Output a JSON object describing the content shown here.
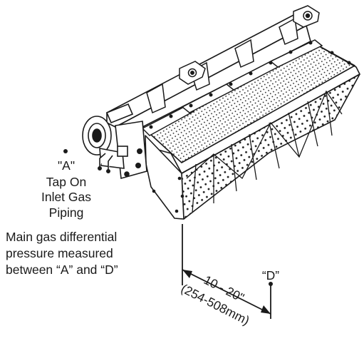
{
  "labels": {
    "point_a": "\"A\"",
    "tap_line1": "Tap On",
    "tap_line2": "Inlet Gas",
    "tap_line3": "Piping",
    "note_line1": "Main gas differential",
    "note_line2": "pressure measured",
    "note_line3": "between “A” and “D”",
    "point_d": "“D”",
    "dimension_imperial": "10 - 20\"",
    "dimension_metric": "(254-508mm)"
  },
  "colors": {
    "ink": "#1a1a1a",
    "panel": "#ffffff"
  }
}
